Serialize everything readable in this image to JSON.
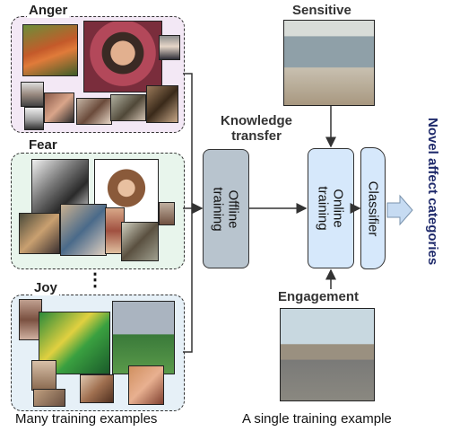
{
  "groups": {
    "anger": "Anger",
    "fear": "Fear",
    "joy": "Joy",
    "ellipsis": "⋮"
  },
  "boxes": {
    "offline": "Offline\ntraining",
    "online": "Online\ntraining",
    "classifier": "Classifier"
  },
  "labels": {
    "knowledge": "Knowledge\ntransfer",
    "sensitive": "Sensitive",
    "engagement": "Engagement",
    "novel": "Novel affect categories"
  },
  "captions": {
    "left": "Many training examples",
    "right": "A single training example"
  },
  "colors": {
    "anger_bg": "#f3e8f5",
    "fear_bg": "#e8f5ec",
    "joy_bg": "#e6f0f7",
    "offline_box": "#b8c4ce",
    "online_box": "#d6e8fb",
    "novel_text": "#1f2a6b"
  }
}
